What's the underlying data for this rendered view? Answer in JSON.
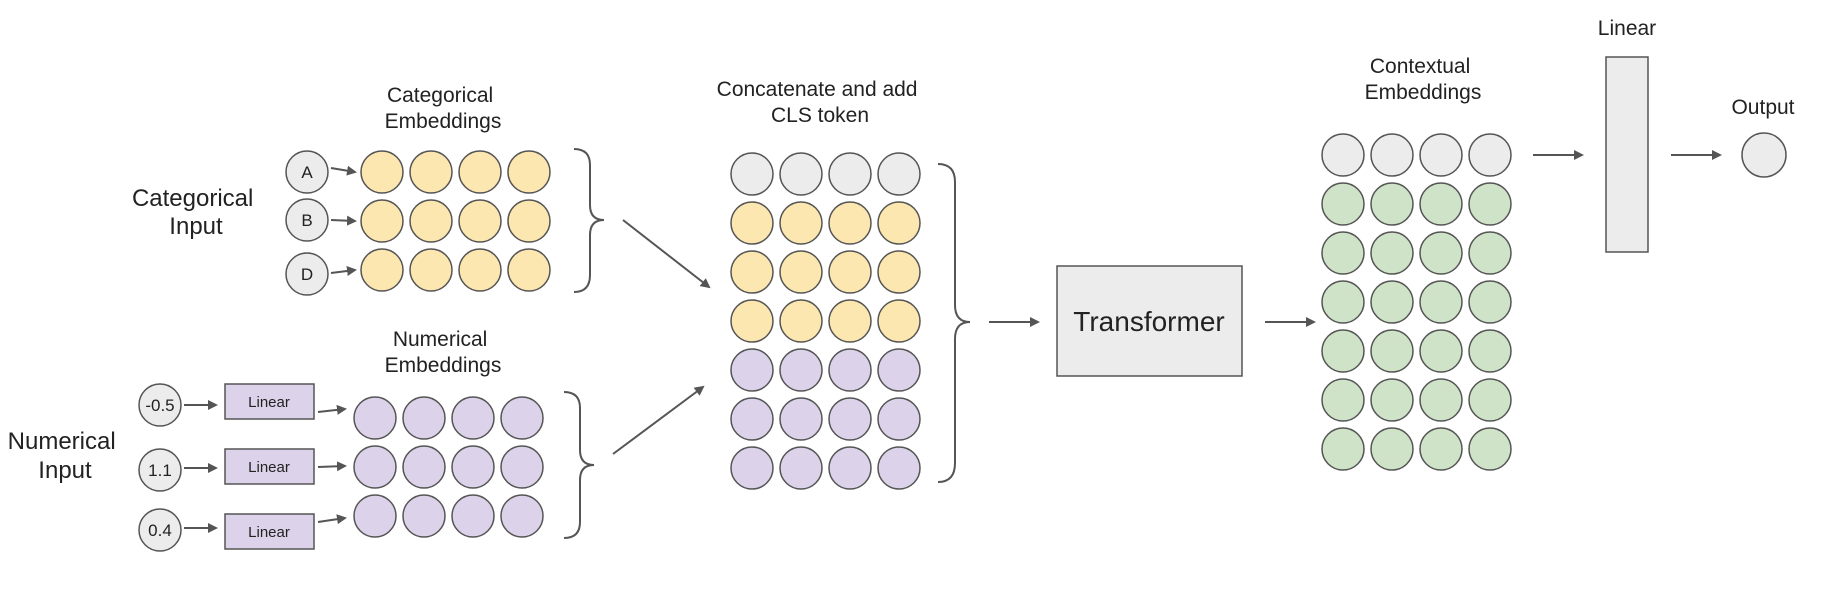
{
  "colors": {
    "categorical": "#fde7b0",
    "numerical": "#dcd3ea",
    "cls": "#ececec",
    "contextual": "#cfe3c8",
    "box": "#ececec",
    "stroke": "#555555",
    "arrow": "#555555"
  },
  "labels": {
    "categorical_input": [
      "Categorical",
      "Input"
    ],
    "numerical_input": [
      "Numerical",
      "Input"
    ],
    "categorical_embeddings": [
      "Categorical",
      "Embeddings"
    ],
    "numerical_embeddings": [
      "Numerical",
      "Embeddings"
    ],
    "concat": [
      "Concatenate and add",
      "CLS token"
    ],
    "transformer": "Transformer",
    "contextual_embeddings": [
      "Contextual",
      "Embeddings"
    ],
    "linear_top": "Linear",
    "output": "Output"
  },
  "categorical_inputs": [
    "A",
    "B",
    "D"
  ],
  "numerical_inputs": [
    "-0.5",
    "1.1",
    "0.4"
  ],
  "numerical_linear_label": "Linear",
  "embedding_dim": 4,
  "concat_rows": [
    "cls",
    "categorical",
    "categorical",
    "categorical",
    "numerical",
    "numerical",
    "numerical"
  ],
  "contextual_rows": [
    "cls",
    "contextual",
    "contextual",
    "contextual",
    "contextual",
    "contextual",
    "contextual"
  ]
}
